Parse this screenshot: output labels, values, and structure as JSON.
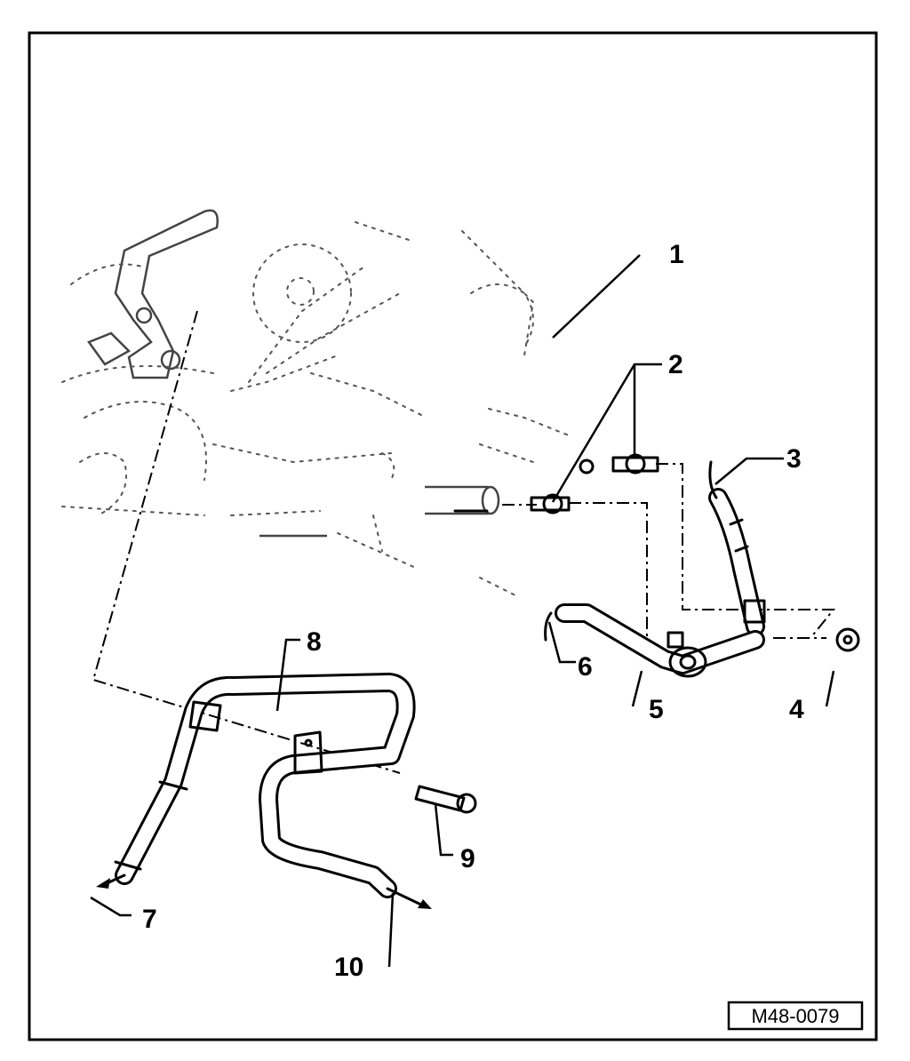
{
  "callouts": {
    "c1": "1",
    "c2": "2",
    "c3": "3",
    "c4": "4",
    "c5": "5",
    "c6": "6",
    "c7": "7",
    "c8": "8",
    "c9": "9",
    "c10": "10"
  },
  "reference_code": "M48-0079"
}
